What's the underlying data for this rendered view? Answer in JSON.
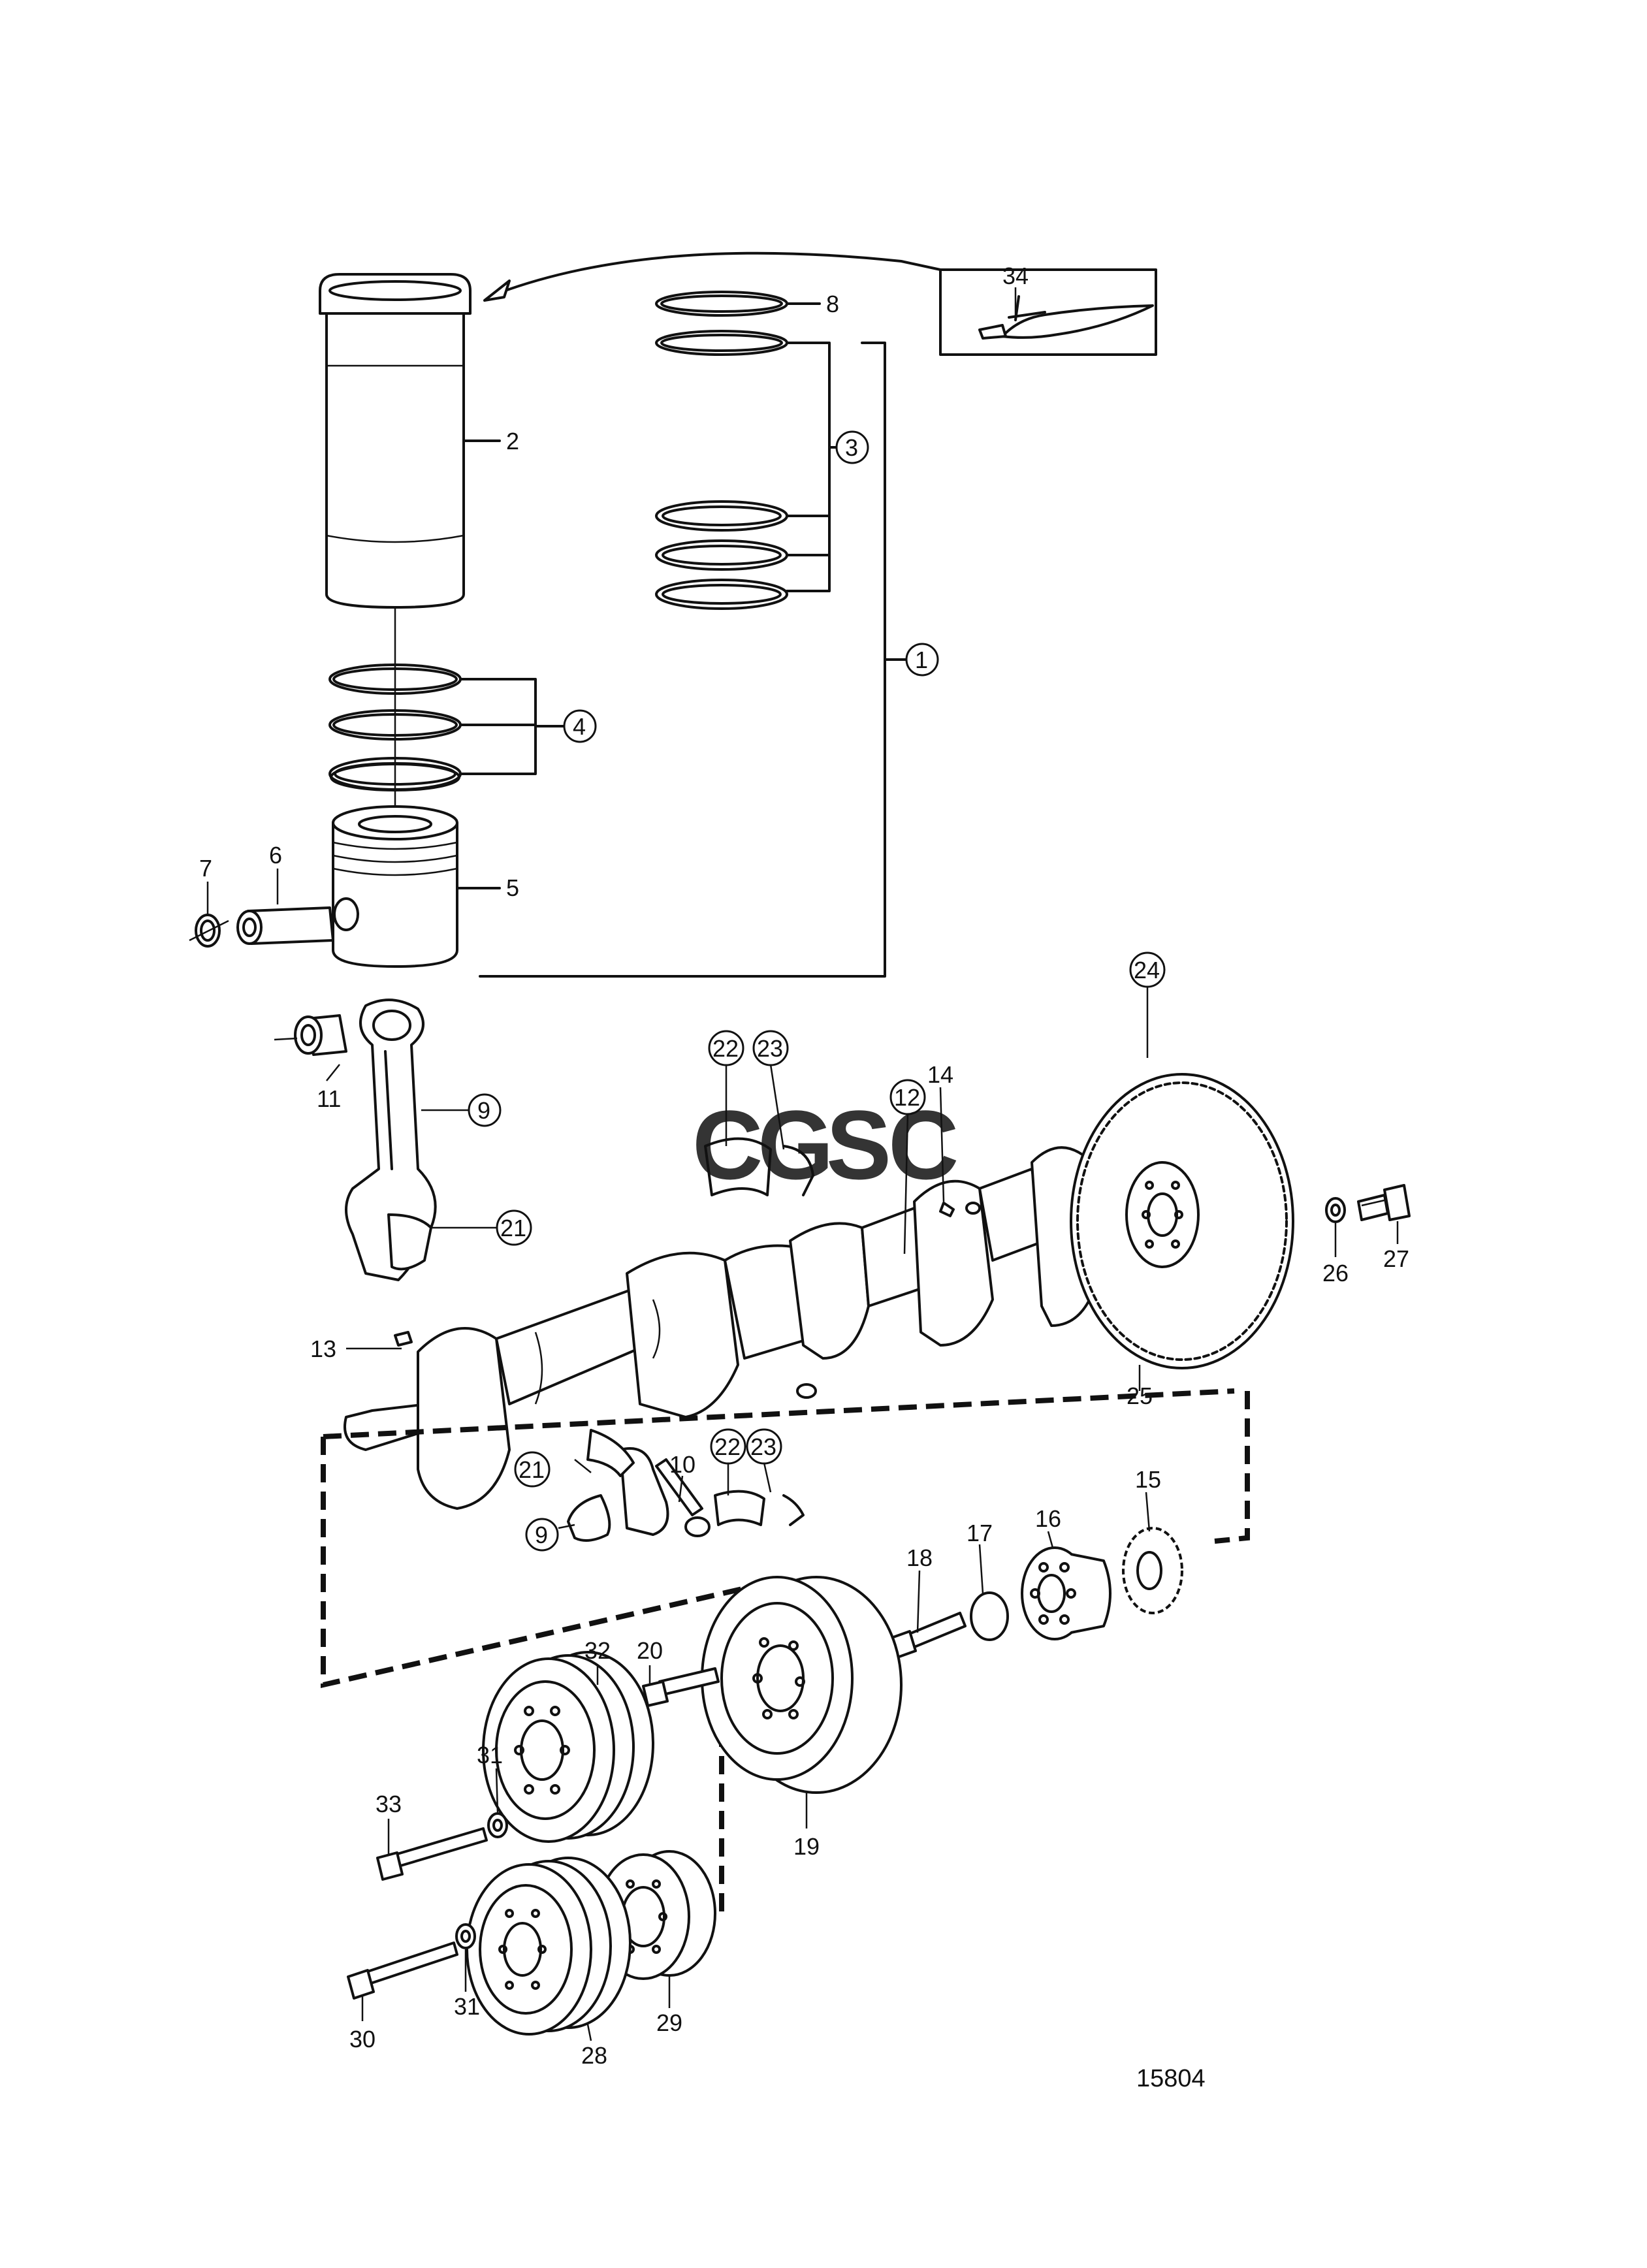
{
  "drawing_number": "15804",
  "watermark": {
    "text": "CGSC",
    "colors": [
      "#4a86e8",
      "#f4a09a",
      "#f6c04a",
      "#5bb37a"
    ]
  },
  "colors": {
    "ink": "#111111",
    "paper": "#ffffff"
  },
  "callouts": {
    "c1": "1",
    "c2": "2",
    "c3": "3",
    "c4": "4",
    "c5": "5",
    "c6": "6",
    "c7": "7",
    "c8": "8",
    "c9a": "9",
    "c9b": "9",
    "c10": "10",
    "c11": "11",
    "c12": "12",
    "c13": "13",
    "c14": "14",
    "c15": "15",
    "c16": "16",
    "c17": "17",
    "c18": "18",
    "c19": "19",
    "c20": "20",
    "c21a": "21",
    "c21b": "21",
    "c22a": "22",
    "c22b": "22",
    "c23a": "23",
    "c23b": "23",
    "c24": "24",
    "c25": "25",
    "c26": "26",
    "c27": "27",
    "c28": "28",
    "c29": "29",
    "c30": "30",
    "c31a": "31",
    "c31b": "31",
    "c32": "32",
    "c33": "33",
    "c34": "34"
  }
}
